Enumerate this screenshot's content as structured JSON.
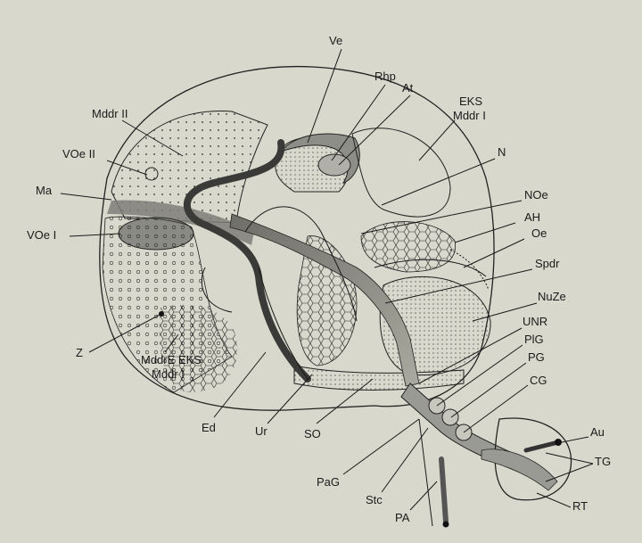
{
  "labels": {
    "ve": "Ve",
    "rhp": "Rhp",
    "at": "At",
    "eks_top": "EKS",
    "mddr1_top": "Mddr I",
    "n": "N",
    "noe": "NOe",
    "ah": "AH",
    "oe": "Oe",
    "spdr": "Spdr",
    "nuze": "NuZe",
    "unr": "UNR",
    "plg": "PlG",
    "pg": "PG",
    "cg": "CG",
    "au": "Au",
    "tg": "TG",
    "rt": "RT",
    "mddr2": "Mddr II",
    "voe2": "VOe II",
    "ma": "Ma",
    "voe1": "VOe I",
    "z": "Z",
    "mddr_eks": "MddrE EKS",
    "mddr1_bottom": "Mddr I",
    "ed": "Ed",
    "ur": "Ur",
    "so": "SO",
    "pag": "PaG",
    "stc": "Stc",
    "pa": "PA"
  },
  "colors": {
    "background": "#d9d8cc",
    "ink": "#1a1a1a",
    "shaded_organ": "#8c8c86",
    "dark_duct": "#3a3a38"
  }
}
